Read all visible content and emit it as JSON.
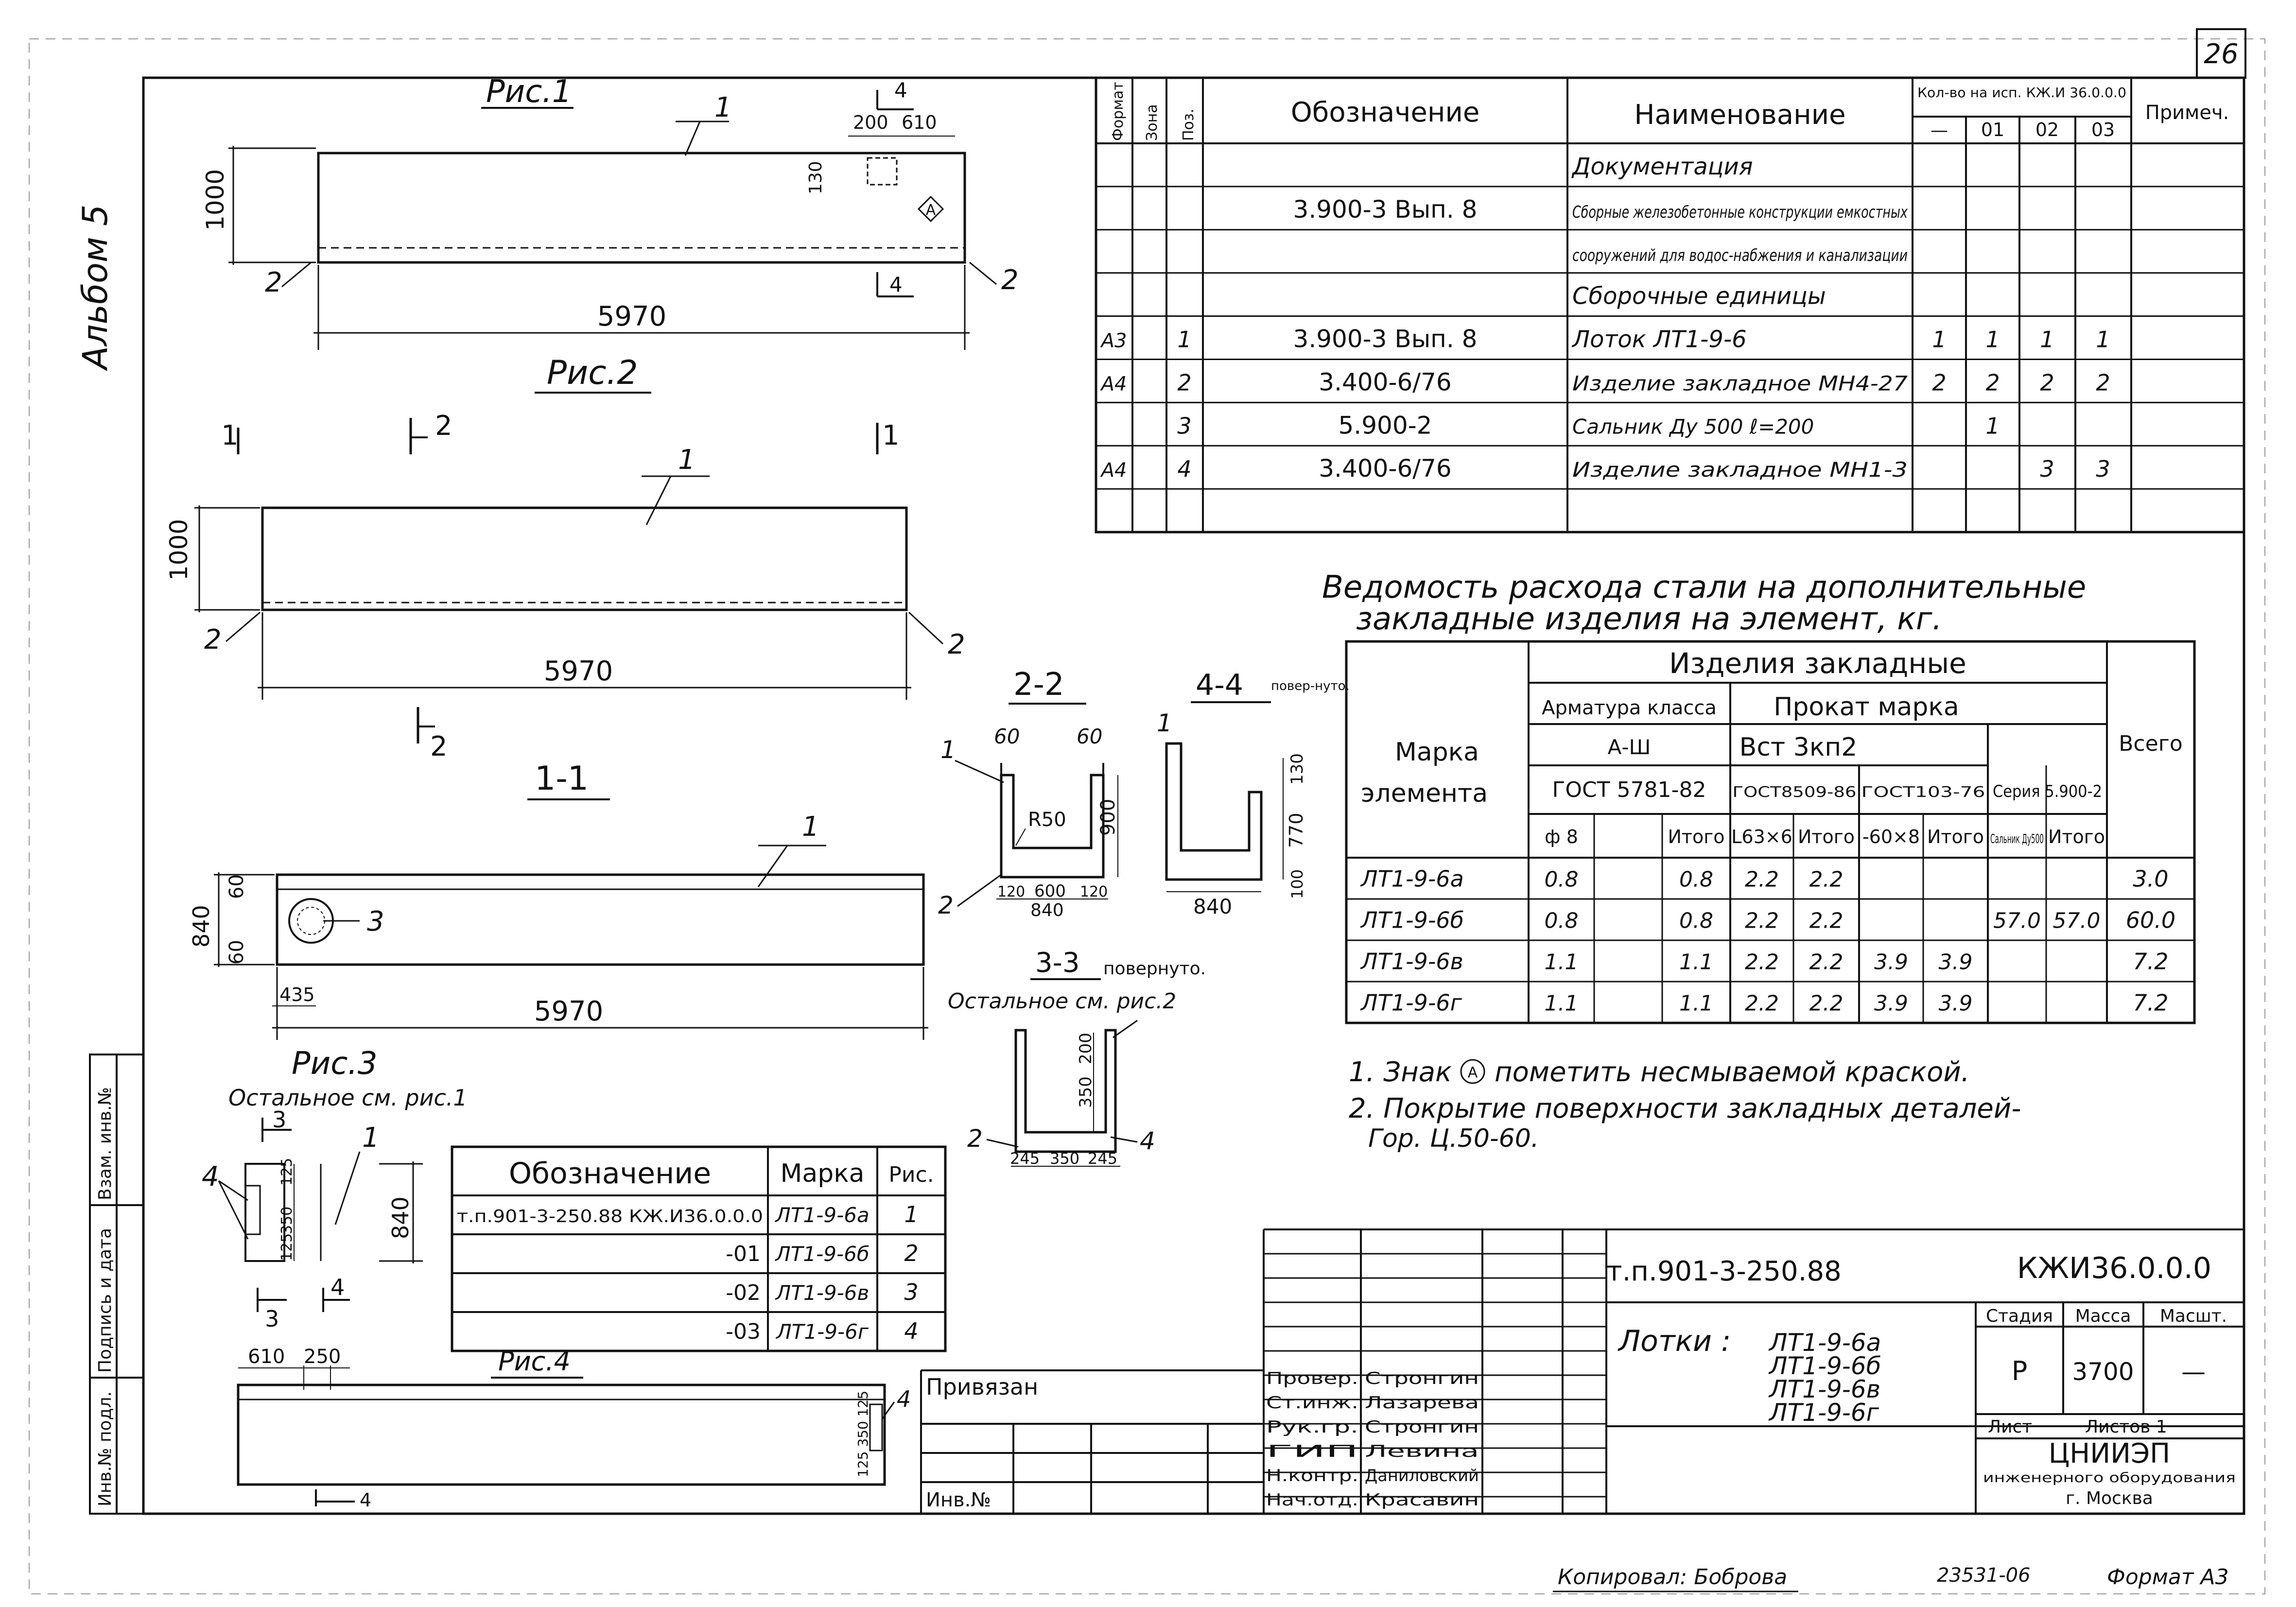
{
  "sheet_number": "26",
  "album": "Альбом 5",
  "figures": {
    "fig1": {
      "title": "Рис.1",
      "dim_length": "5970",
      "dim_height": "1000",
      "dim_130": "130",
      "dim_200": "200",
      "dim_610": "610",
      "pos1": "1",
      "pos2a": "2",
      "pos2b": "2",
      "sec4a": "4",
      "sec4b": "4",
      "mark_symbol": "А"
    },
    "fig2": {
      "title": "Рис.2",
      "dim_length": "5970",
      "dim_height": "1000",
      "pos1": "1",
      "pos2a": "2",
      "pos2b": "2",
      "cut1a": "1",
      "cut1b": "1",
      "cut2a": "2",
      "cut2b": "2"
    },
    "sec11": {
      "title": "1-1",
      "dim_length": "5970",
      "dim_840": "840",
      "dim_60a": "60",
      "dim_60b": "60",
      "dim_435": "435",
      "pos1": "1",
      "pos3": "3"
    },
    "fig3": {
      "title": "Рис.3",
      "note": "Остальное см. рис.1",
      "dim_840": "840",
      "dim_125a": "125",
      "dim_350": "350",
      "dim_125b": "125",
      "pos1": "1",
      "pos4": "4",
      "sec3a": "3",
      "sec3b": "3",
      "sec4": "4"
    },
    "fig4": {
      "title": "Рис.4",
      "dim_610": "610",
      "dim_250": "250",
      "dims_right": "125 350 125",
      "pos4": "4",
      "sec4": "4"
    },
    "sec22": {
      "title": "2-2",
      "dim_60a": "60",
      "dim_60b": "60",
      "dim_r50": "R50",
      "dim_900": "900",
      "dim_120a": "120",
      "dim_600": "600",
      "dim_120b": "120",
      "dim_840": "840",
      "pos1": "1",
      "pos2": "2"
    },
    "sec44": {
      "title": "4-4",
      "note": "повер-нуто.",
      "dim_130": "130",
      "dim_770": "770",
      "dim_100": "100",
      "dim_840": "840",
      "pos1": "1"
    },
    "sec33": {
      "title": "3-3",
      "note": "повернуто.",
      "note2": "Остальное см. рис.2",
      "dim_200": "200",
      "dim_350v": "350",
      "dim_245a": "245",
      "dim_350": "350",
      "dim_245b": "245",
      "pos2": "2",
      "pos4": "4"
    }
  },
  "spec": {
    "headers": {
      "format": "Формат",
      "zone": "Зона",
      "pos": "Поз.",
      "designation": "Обозначение",
      "name": "Наименование",
      "qty": "Кол-во на исп. КЖ.И 36.0.0.0",
      "note": "Примеч.",
      "v0": "—",
      "v1": "01",
      "v2": "02",
      "v3": "03"
    },
    "rows": [
      {
        "format": "",
        "pos": "",
        "designation": "",
        "name": "Документация",
        "q0": "",
        "q1": "",
        "q2": "",
        "q3": ""
      },
      {
        "format": "",
        "pos": "",
        "designation": "3.900-3   Вып. 8",
        "name": "Сборные железобетонные конструкции емкостных",
        "q0": "",
        "q1": "",
        "q2": "",
        "q3": ""
      },
      {
        "format": "",
        "pos": "",
        "designation": "",
        "name": "сооружений для водос-набжения и канализации",
        "q0": "",
        "q1": "",
        "q2": "",
        "q3": ""
      },
      {
        "format": "",
        "pos": "",
        "designation": "",
        "name": "Сборочные единицы",
        "q0": "",
        "q1": "",
        "q2": "",
        "q3": ""
      },
      {
        "format": "А3",
        "pos": "1",
        "designation": "3.900-3   Вып. 8",
        "name": "Лоток ЛТ1-9-6",
        "q0": "1",
        "q1": "1",
        "q2": "1",
        "q3": "1"
      },
      {
        "format": "А4",
        "pos": "2",
        "designation": "3.400-6/76",
        "name": "Изделие закладное МН4-27",
        "q0": "2",
        "q1": "2",
        "q2": "2",
        "q3": "2"
      },
      {
        "format": "",
        "pos": "3",
        "designation": "5.900-2",
        "name": "Сальник Ду 500  ℓ=200",
        "q0": "",
        "q1": "1",
        "q2": "",
        "q3": ""
      },
      {
        "format": "А4",
        "pos": "4",
        "designation": "3.400-6/76",
        "name": "Изделие закладное МН1-3",
        "q0": "",
        "q1": "",
        "q2": "3",
        "q3": "3"
      },
      {
        "format": "",
        "pos": "",
        "designation": "",
        "name": "",
        "q0": "",
        "q1": "",
        "q2": "",
        "q3": ""
      }
    ]
  },
  "steel": {
    "title1": "Ведомость расхода стали на дополнительные",
    "title2": "закладные изделия на элемент, кг.",
    "h_mark": "Марка элемента",
    "h_items": "Изделия закладные",
    "h_rebar": "Арматура класса",
    "h_rolled": "Прокат марка",
    "h_a3": "А-Ш",
    "h_vst": "Вст 3кп2",
    "h_gost5781": "ГОСТ 5781-82",
    "h_gost8509": "ГОСТ8509-86",
    "h_gost103": "ГОСТ103-76",
    "h_series": "Серия 5.900-2",
    "h_total": "Всего",
    "sub": [
      "ф 8",
      "",
      "Итого",
      "L63×6",
      "Итого",
      "-60×8",
      "Итого",
      "Сальник Ду500",
      "Итого"
    ],
    "rows": [
      {
        "mark": "ЛТ1-9-6а",
        "v": [
          "0.8",
          "",
          "0.8",
          "2.2",
          "2.2",
          "",
          "",
          "",
          ""
        ],
        "total": "3.0"
      },
      {
        "mark": "ЛТ1-9-6б",
        "v": [
          "0.8",
          "",
          "0.8",
          "2.2",
          "2.2",
          "",
          "",
          "57.0",
          "57.0"
        ],
        "total": "60.0"
      },
      {
        "mark": "ЛТ1-9-6в",
        "v": [
          "1.1",
          "",
          "1.1",
          "2.2",
          "2.2",
          "3.9",
          "3.9",
          "",
          ""
        ],
        "total": "7.2"
      },
      {
        "mark": "ЛТ1-9-6г",
        "v": [
          "1.1",
          "",
          "1.1",
          "2.2",
          "2.2",
          "3.9",
          "3.9",
          "",
          ""
        ],
        "total": "7.2"
      }
    ]
  },
  "notes": {
    "n1_a": "1. Знак",
    "n1_sym": "А",
    "n1_b": "пометить несмываемой краской.",
    "n2_a": "2. Покрытие поверхности закладных деталей-",
    "n2_b": "Гор. Ц.50-60."
  },
  "markings": {
    "headers": {
      "designation": "Обозначение",
      "mark": "Марка",
      "fig": "Рис."
    },
    "rows": [
      {
        "designation": "т.п.901-3-250.88  КЖ.И36.0.0.0",
        "mark": "ЛТ1-9-6а",
        "fig": "1"
      },
      {
        "designation": "-01",
        "mark": "ЛТ1-9-6б",
        "fig": "2"
      },
      {
        "designation": "-02",
        "mark": "ЛТ1-9-6в",
        "fig": "3"
      },
      {
        "designation": "-03",
        "mark": "ЛТ1-9-6г",
        "fig": "4"
      }
    ]
  },
  "left_strip": {
    "inv_podl": "Инв.№ подл.",
    "sign_date": "Подпись и дата",
    "vzam_inv": "Взам. инв.№"
  },
  "binding": {
    "privyazan": "Привязан",
    "inv_no": "Инв.№"
  },
  "title_block": {
    "project": "т.п.901-3-250.88",
    "code": "КЖИ36.0.0.0",
    "name_label": "Лотки :",
    "names": [
      "ЛТ1-9-6а",
      "ЛТ1-9-6б",
      "ЛТ1-9-6в",
      "ЛТ1-9-6г"
    ],
    "stage_h": "Стадия",
    "mass_h": "Масса",
    "scale_h": "Масшт.",
    "stage": "Р",
    "mass": "3700",
    "scale": "—",
    "sheet_h": "Лист",
    "sheets_h": "Листов 1",
    "org1": "ЦНИИЭП",
    "org2": "инженерного оборудования",
    "org3": "г. Москва",
    "people": [
      {
        "role": "Провер.",
        "name": "Стронгин"
      },
      {
        "role": "Ст.инж.",
        "name": "Лазарева"
      },
      {
        "role": "Рук.гр.",
        "name": "Стронгин"
      },
      {
        "role": "ГИП",
        "name": "Левина"
      },
      {
        "role": "Н.контр.",
        "name": "Даниловский"
      },
      {
        "role": "Нач.отд.",
        "name": "Красавин"
      }
    ]
  },
  "footer": {
    "copied": "Копировал: Боброва",
    "number": "23531-06",
    "format": "Формат А3"
  }
}
